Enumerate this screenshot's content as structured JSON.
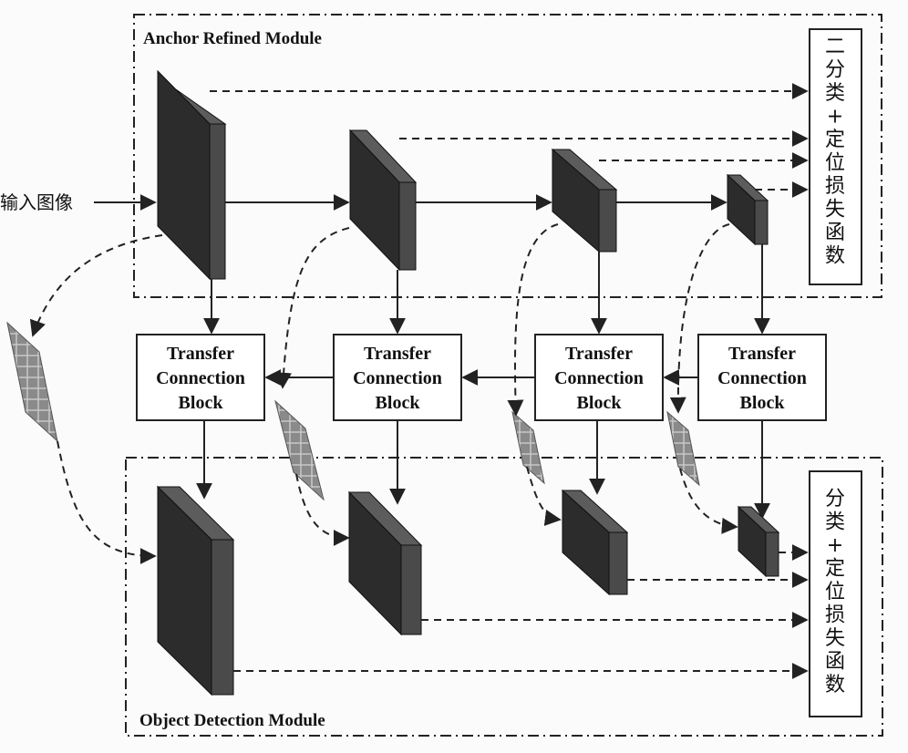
{
  "input_label": "输入图像",
  "modules": {
    "top": "Anchor Refined Module",
    "bottom": "Object Detection Module"
  },
  "tcb_lines": [
    "Transfer",
    "Connection",
    "Block"
  ],
  "loss_boxes": {
    "top_chars": [
      "二",
      "分",
      "类",
      "+",
      "定",
      "位",
      "损",
      "失",
      "函",
      "数"
    ],
    "bottom_chars": [
      "分",
      "类",
      "+",
      "定",
      "位",
      "损",
      "失",
      "函",
      "数"
    ]
  },
  "colors": {
    "block_front": "#2c2c2c",
    "block_side": "#4a4a4a",
    "block_top": "#5c5c5c",
    "patch": "#8a8a8a",
    "line": "#222222"
  }
}
